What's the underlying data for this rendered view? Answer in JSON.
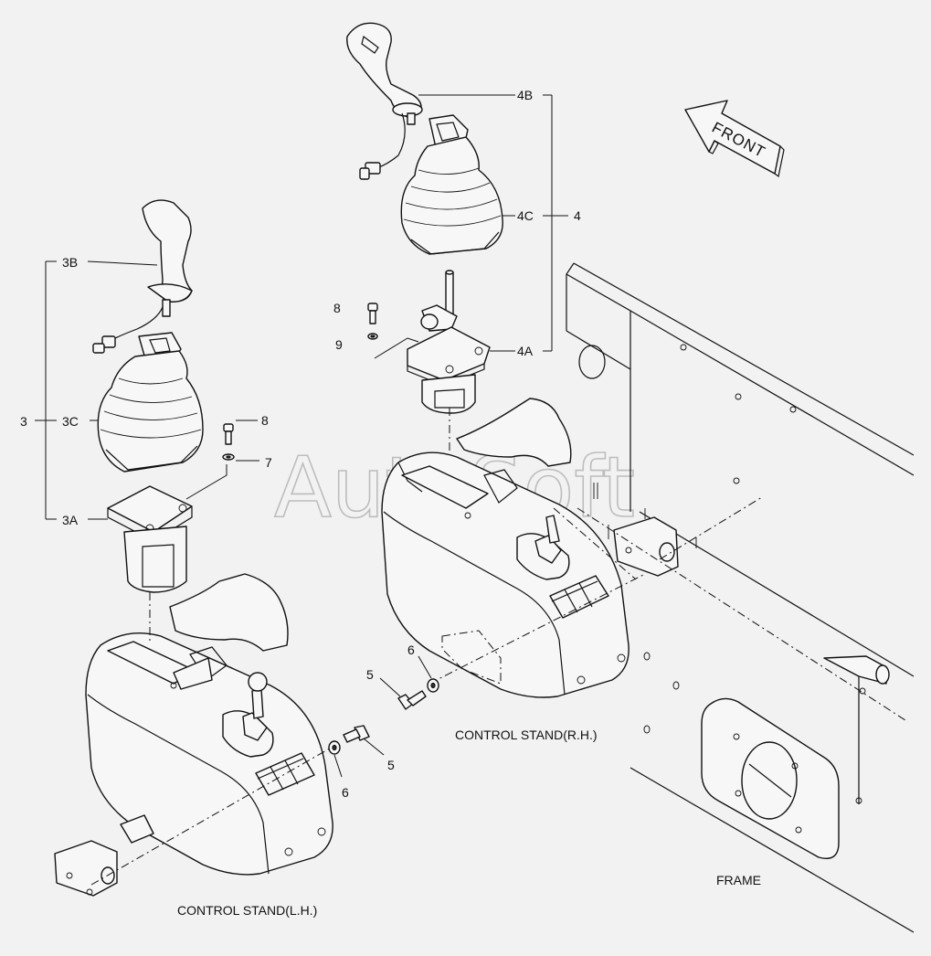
{
  "watermark": "AutoSoft",
  "direction_arrow": {
    "label": "FRONT"
  },
  "captions": {
    "rh_stand": "CONTROL STAND(R.H.)",
    "lh_stand": "CONTROL STAND(L.H.)",
    "frame": "FRAME"
  },
  "callouts": {
    "c_4B": "4B",
    "c_4C": "4C",
    "c_4": "4",
    "c_4A": "4A",
    "c_8_rh": "8",
    "c_9_rh": "9",
    "c_3B": "3B",
    "c_3": "3",
    "c_3C": "3C",
    "c_3A": "3A",
    "c_8_lh": "8",
    "c_7_lh": "7",
    "c_6_rh": "6",
    "c_5_rh": "5",
    "c_5_lh": "5",
    "c_6_lh": "6"
  }
}
